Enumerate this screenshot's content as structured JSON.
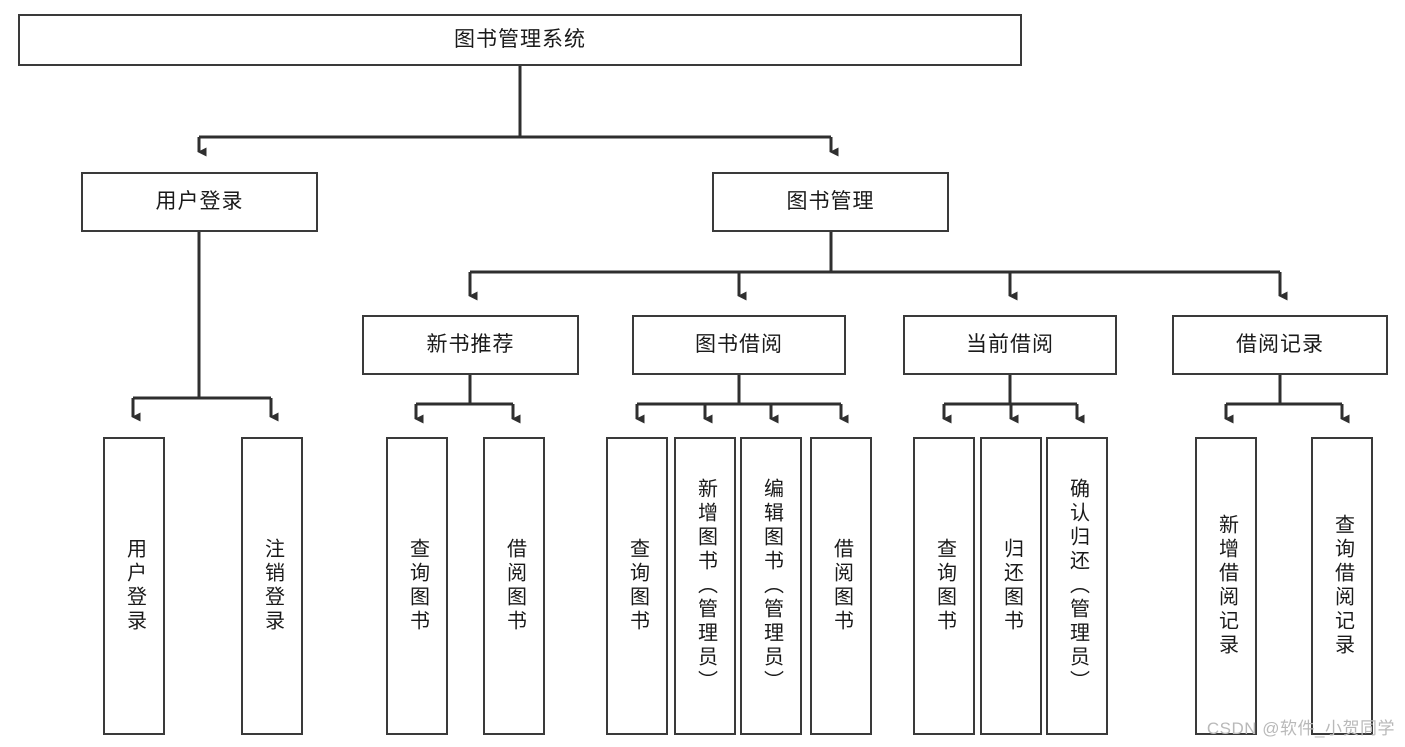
{
  "diagram": {
    "title": "图书管理系统",
    "type": "hierarchy-tree",
    "orientation": "top-down",
    "colors": {
      "box_border": "#3a3a3a",
      "box_fill": "#ffffff",
      "connector": "#2f2f2f",
      "text": "#1a1a1a",
      "watermark": "#b9b9b9",
      "background": "#ffffff"
    },
    "nodes": {
      "root": {
        "label": "图书管理系统",
        "level": 0,
        "text_direction": "horizontal"
      },
      "level1": [
        {
          "id": "user-login",
          "label": "用户登录",
          "text_direction": "horizontal"
        },
        {
          "id": "book-manage",
          "label": "图书管理",
          "text_direction": "horizontal"
        }
      ],
      "level2": [
        {
          "id": "new-book-recommend",
          "label": "新书推荐",
          "parent": "book-manage",
          "text_direction": "horizontal"
        },
        {
          "id": "book-borrow",
          "label": "图书借阅",
          "parent": "book-manage",
          "text_direction": "horizontal"
        },
        {
          "id": "current-borrow",
          "label": "当前借阅",
          "parent": "book-manage",
          "text_direction": "horizontal"
        },
        {
          "id": "borrow-record",
          "label": "借阅记录",
          "parent": "book-manage",
          "text_direction": "horizontal"
        }
      ],
      "leaves": [
        {
          "id": "leaf-user-login",
          "label": "用户登录",
          "parent": "user-login",
          "text_direction": "vertical"
        },
        {
          "id": "leaf-logout",
          "label": "注销登录",
          "parent": "user-login",
          "text_direction": "vertical"
        },
        {
          "id": "leaf-query-book-1",
          "label": "查询图书",
          "parent": "new-book-recommend",
          "text_direction": "vertical"
        },
        {
          "id": "leaf-borrow-book-1",
          "label": "借阅图书",
          "parent": "new-book-recommend",
          "text_direction": "vertical"
        },
        {
          "id": "leaf-query-book-2",
          "label": "查询图书",
          "parent": "book-borrow",
          "text_direction": "vertical"
        },
        {
          "id": "leaf-add-book",
          "label": "新增图书（管理员）",
          "parent": "book-borrow",
          "text_direction": "vertical"
        },
        {
          "id": "leaf-edit-book",
          "label": "编辑图书（管理员）",
          "parent": "book-borrow",
          "text_direction": "vertical"
        },
        {
          "id": "leaf-borrow-book-2",
          "label": "借阅图书",
          "parent": "book-borrow",
          "text_direction": "vertical"
        },
        {
          "id": "leaf-query-book-3",
          "label": "查询图书",
          "parent": "current-borrow",
          "text_direction": "vertical"
        },
        {
          "id": "leaf-return-book",
          "label": "归还图书",
          "parent": "current-borrow",
          "text_direction": "vertical"
        },
        {
          "id": "leaf-confirm-return",
          "label": "确认归还（管理员）",
          "parent": "current-borrow",
          "text_direction": "vertical"
        },
        {
          "id": "leaf-add-record",
          "label": "新增借阅记录",
          "parent": "borrow-record",
          "text_direction": "vertical"
        },
        {
          "id": "leaf-query-record",
          "label": "查询借阅记录",
          "parent": "borrow-record",
          "text_direction": "vertical"
        }
      ]
    }
  },
  "watermark": {
    "text": "CSDN @软件_小贺同学"
  }
}
